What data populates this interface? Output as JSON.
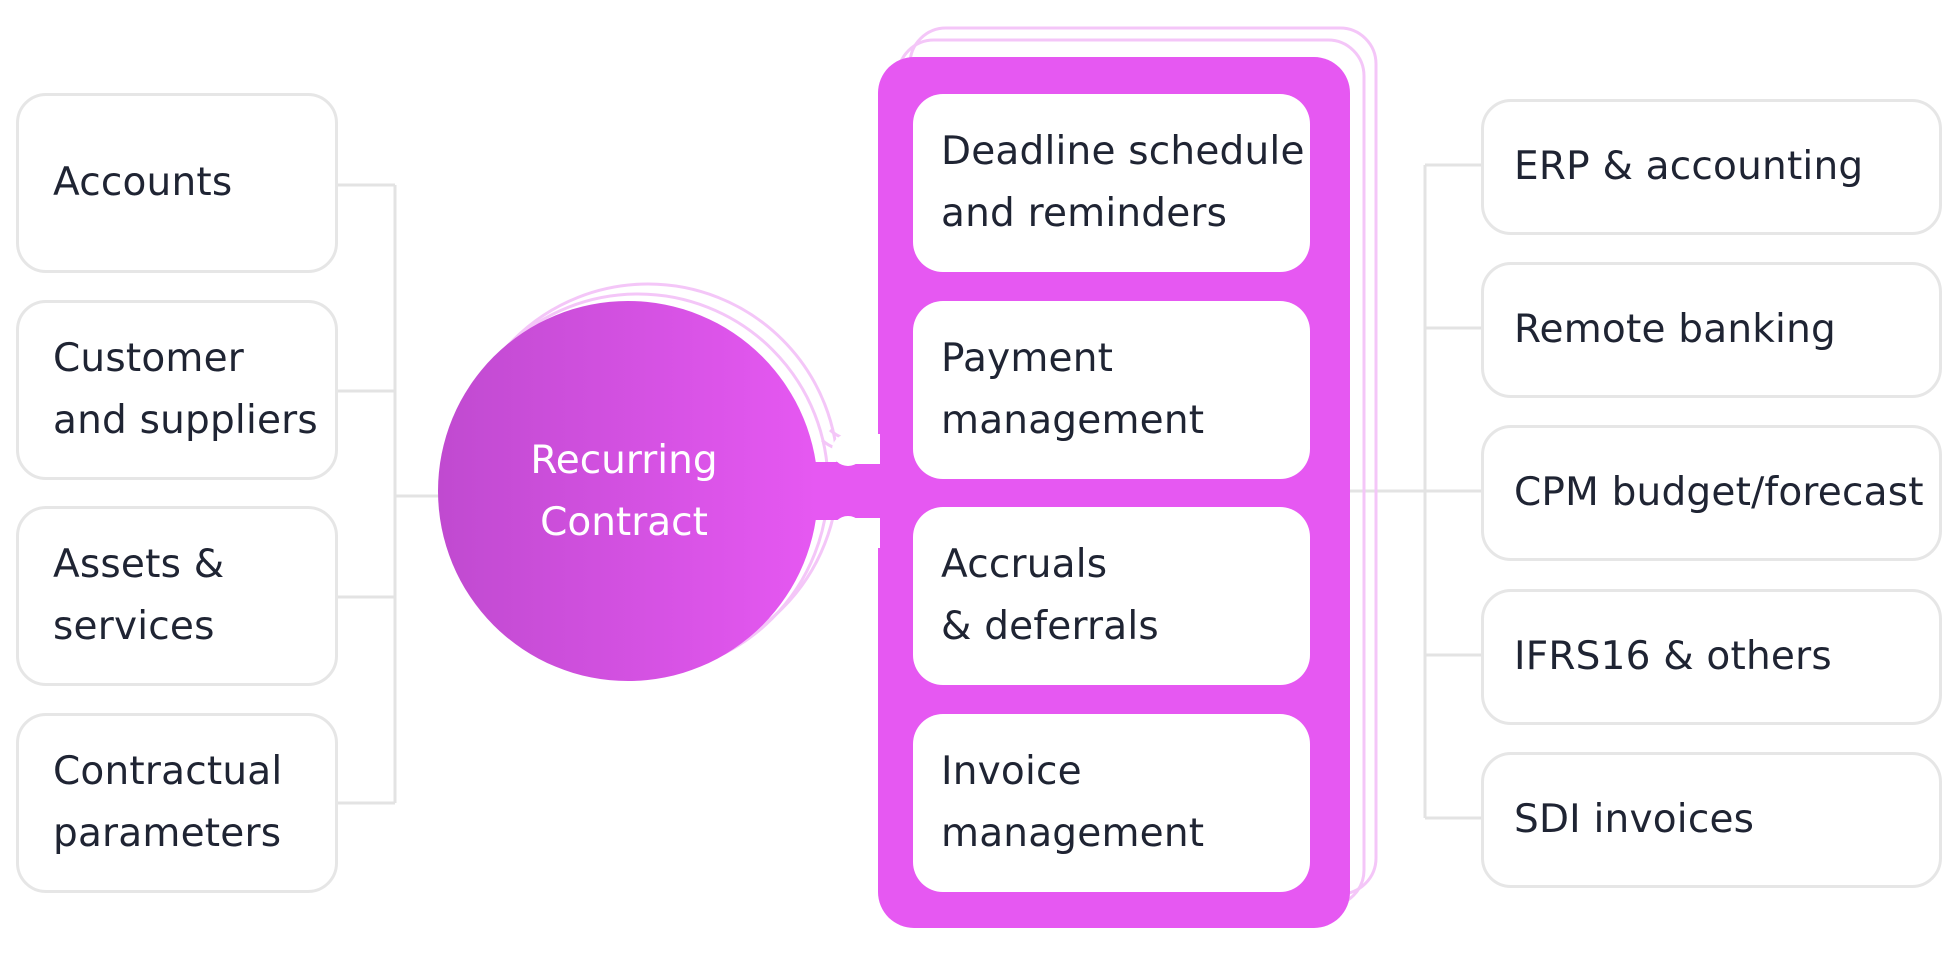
{
  "colors": {
    "accent": "#e658f2",
    "accent_dark": "#c04ad0",
    "accent_ghost": "#f4c6f8",
    "connector": "#e3e3e3",
    "text": "#1f2433"
  },
  "center": {
    "label": "Recurring\nContract"
  },
  "left_items": [
    {
      "label": "Accounts"
    },
    {
      "label": "Customer\nand suppliers"
    },
    {
      "label": "Assets &\nservices"
    },
    {
      "label": "Contractual\nparameters"
    }
  ],
  "modules": [
    {
      "label": "Deadline schedule\nand reminders"
    },
    {
      "label": "Payment\nmanagement"
    },
    {
      "label": "Accruals\n& deferrals"
    },
    {
      "label": "Invoice\nmanagement"
    }
  ],
  "right_items": [
    {
      "label": "ERP & accounting"
    },
    {
      "label": "Remote banking"
    },
    {
      "label": "CPM budget/forecast"
    },
    {
      "label": "IFRS16 & others"
    },
    {
      "label": "SDI invoices"
    }
  ]
}
